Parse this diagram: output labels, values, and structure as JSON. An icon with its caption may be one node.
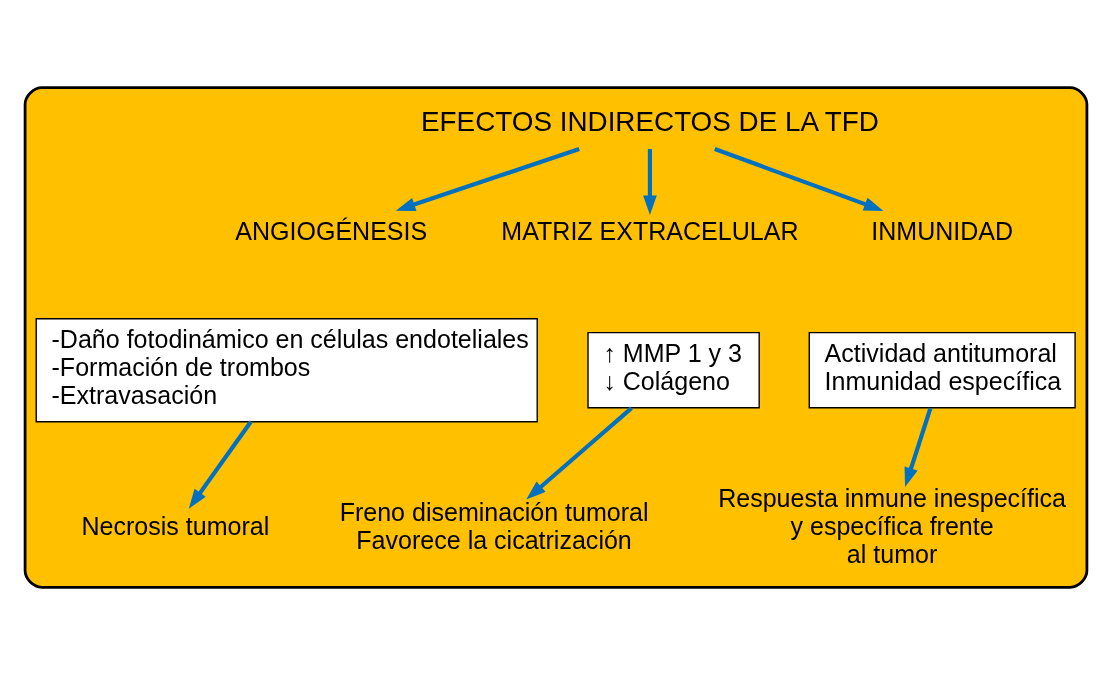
{
  "diagram": {
    "nodes": [
      {
        "text": [],
        "shape": "box"
      },
      {
        "text": [
          "EFECTOS INDIRECTOS DE LA TFD"
        ],
        "in": 0
      },
      {
        "text": [
          "ANGIOGÉNESIS"
        ],
        "in": 0
      },
      {
        "text": [
          "MATRIZ EXTRACELULAR"
        ],
        "in": 0
      },
      {
        "text": [
          "INMUNIDAD"
        ],
        "in": 0
      },
      {
        "text": [
          "-Daño fotodinámico en células endoteliales",
          "-Formación de trombos",
          "-Extravasación"
        ],
        "in": 0
      },
      {
        "text": [
          "↑ MMP 1 y 3",
          "↓ Colágeno"
        ],
        "in": 0
      },
      {
        "text": [
          "Actividad antitumoral",
          "Inmunidad específica"
        ],
        "in": 0
      },
      {
        "text": [
          "Necrosis tumoral"
        ],
        "in": 0
      },
      {
        "text": [
          "Freno diseminación tumoral",
          "Favorece la cicatrización"
        ],
        "in": 0
      },
      {
        "text": [
          "Respuesta inmune inespecífica y específica frente al tumor"
        ],
        "in": 0
      }
    ],
    "edges": [
      {
        "from": 1,
        "to": 2,
        "arrow": "to"
      },
      {
        "from": 1,
        "to": 3,
        "arrow": "to"
      },
      {
        "from": 1,
        "to": 4,
        "arrow": "to"
      },
      {
        "from": 5,
        "to": 8,
        "arrow": "to"
      },
      {
        "from": 6,
        "to": 9,
        "arrow": "to"
      },
      {
        "from": 7,
        "to": 10,
        "arrow": "to"
      }
    ]
  }
}
